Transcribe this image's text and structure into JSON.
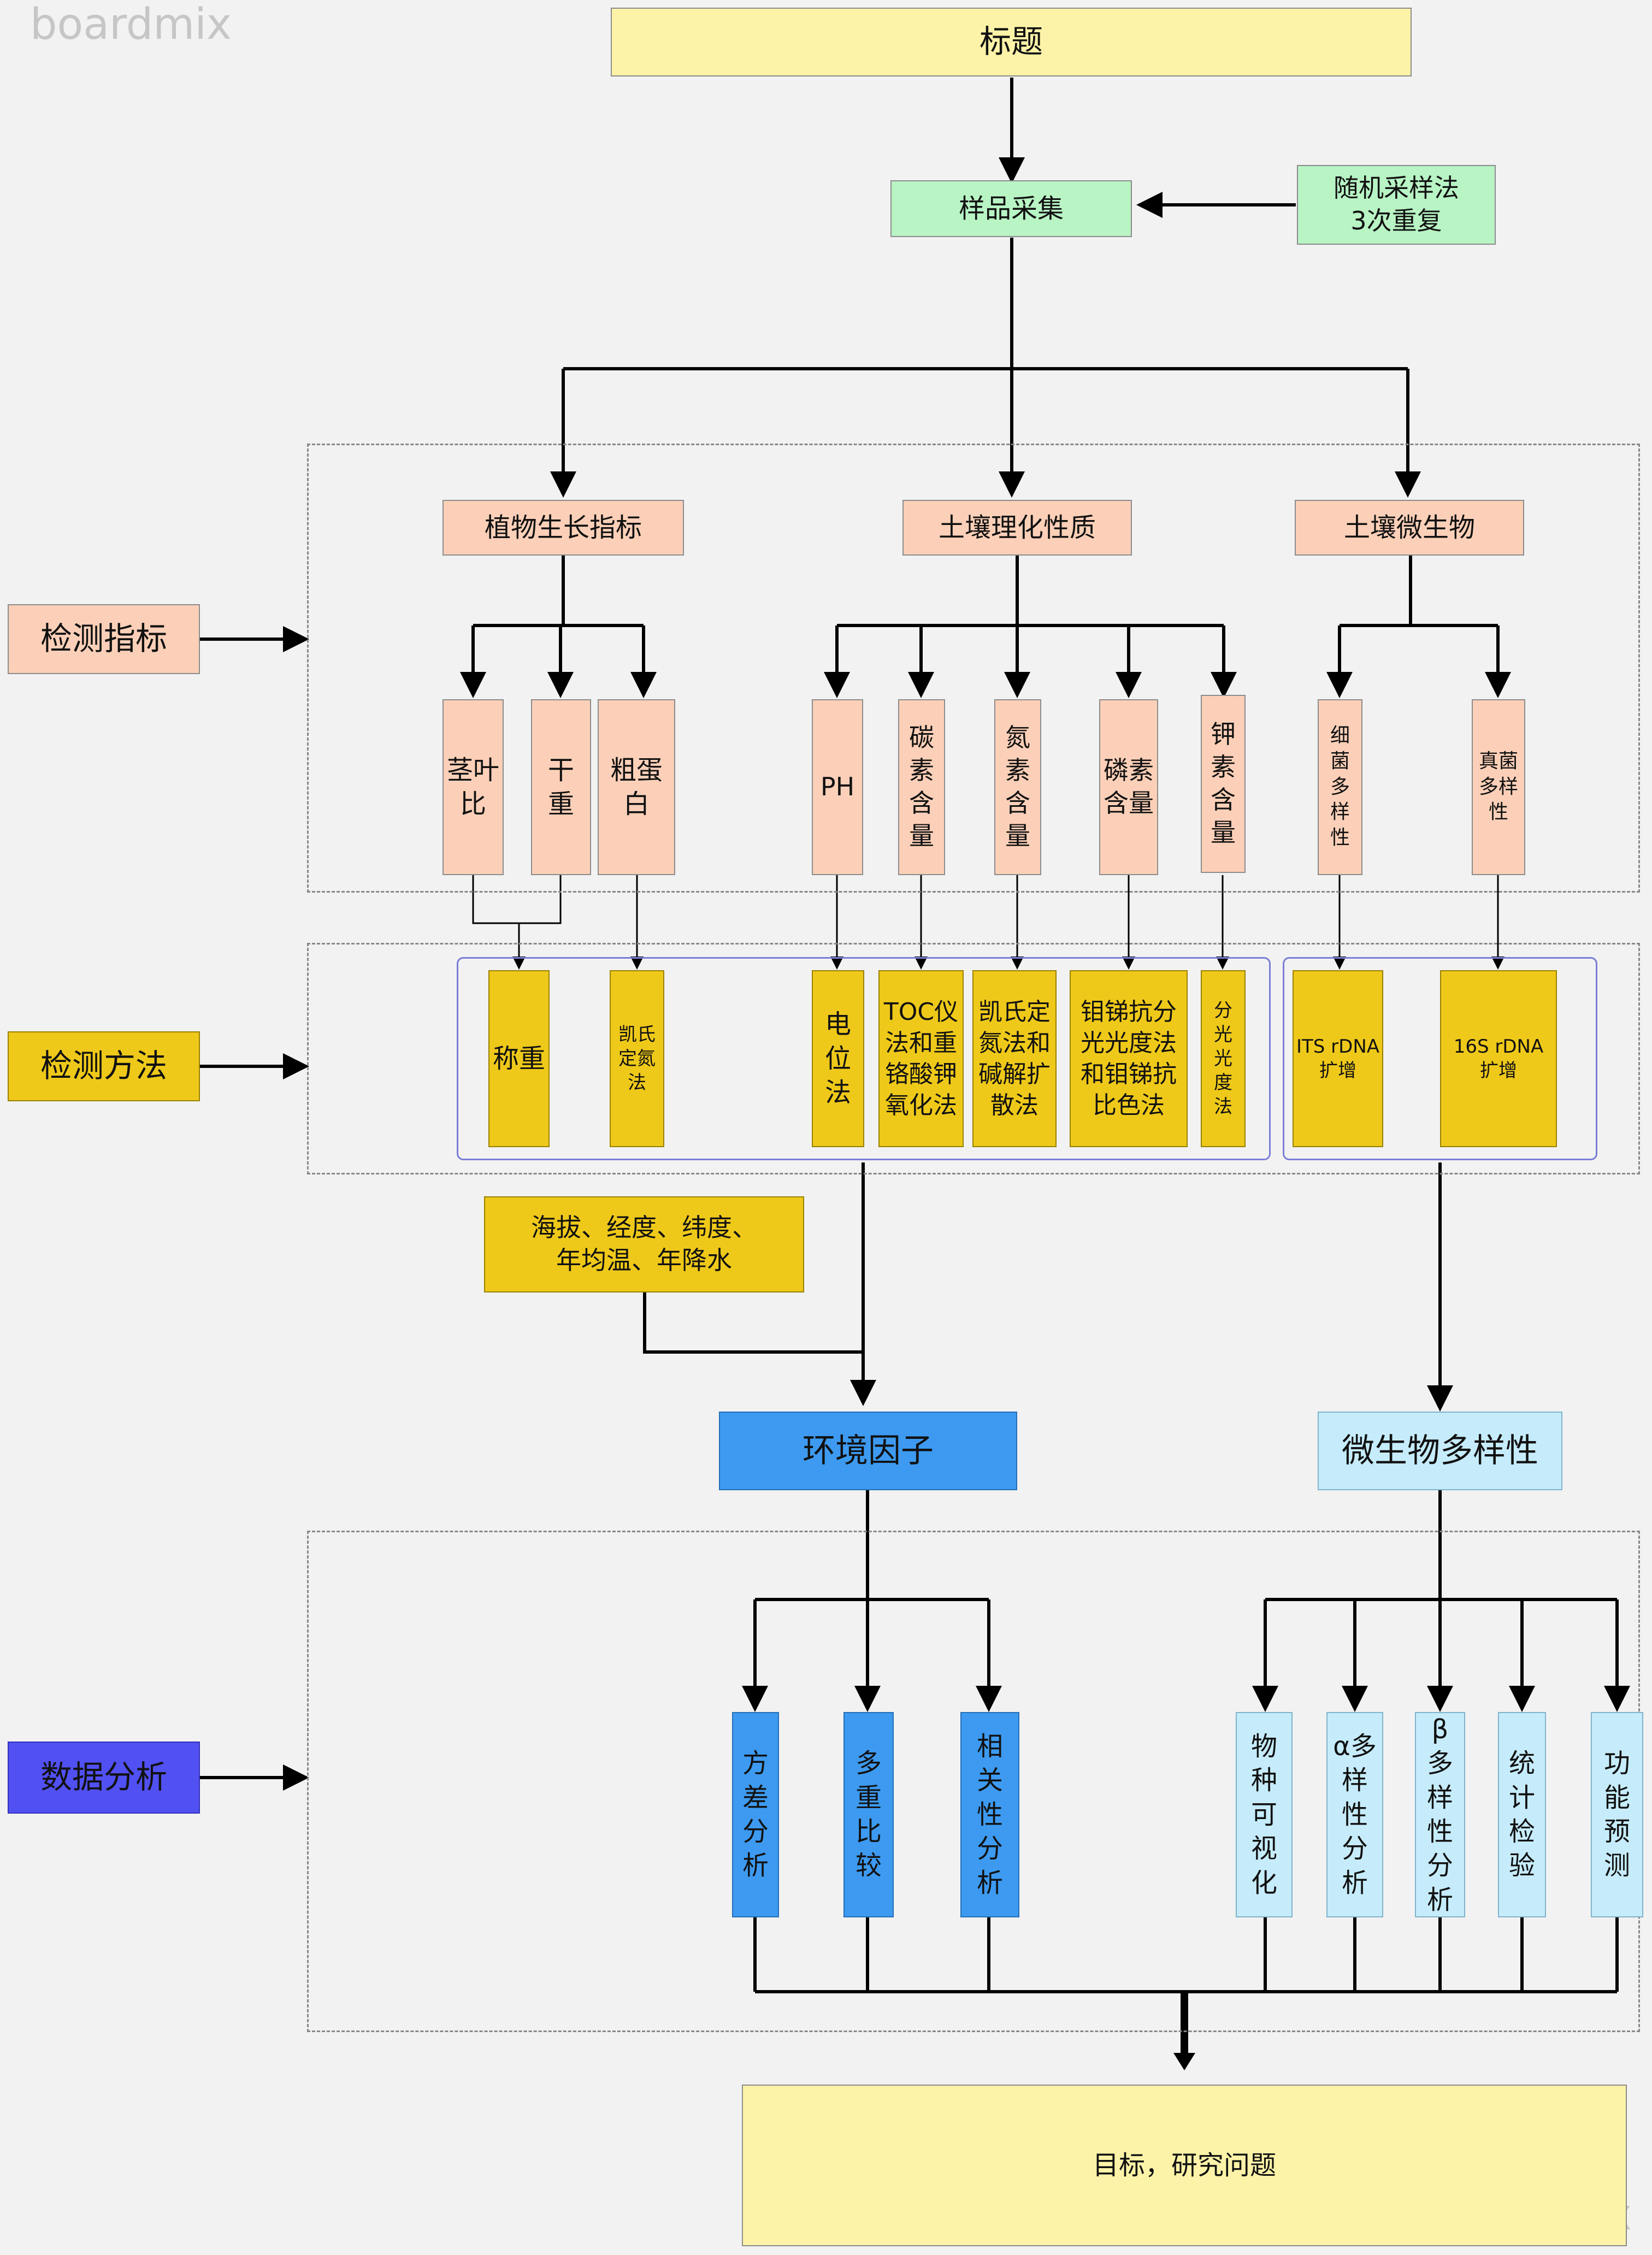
{
  "watermark": "boardmix",
  "title": "标题",
  "sample": "样品采集",
  "sampling_method": [
    "随机采样法",
    "3次重复"
  ],
  "categories": [
    "植物生长指标",
    "土壤理化性质",
    "土壤微生物"
  ],
  "side_labels": {
    "indicators": "检测指标",
    "methods": "检测方法",
    "analysis": "数据分析"
  },
  "plant_indicators": [
    "茎叶比",
    "干重",
    "粗蛋白"
  ],
  "soil_indicators": [
    "PH",
    "碳素含量",
    "氮素含量",
    "磷素含量",
    "钾素含量"
  ],
  "micro_indicators": [
    "细菌多样性",
    "真菌多样性"
  ],
  "methods": {
    "weighing": "称重",
    "kjeldahl": "凯氏定氮法",
    "potential": "电位法",
    "toc": "TOC仪法和重铬酸钾氧化法",
    "nitrogen": "凯氏定氮法和碱解扩散法",
    "phosphorus": "钼锑抗分光光度法和钼锑抗比色法",
    "spectro": "分光光度法",
    "its": [
      "ITS rDNA",
      "扩增"
    ],
    "s16": [
      "16S rDNA",
      "扩增"
    ]
  },
  "env_extra": [
    "海拔、经度、纬度、",
    "年均温、年降水"
  ],
  "env_factor": "环境因子",
  "micro_diversity": "微生物多样性",
  "env_analysis": [
    "方差分析",
    "多重比较",
    "相关性分析"
  ],
  "micro_analysis": [
    "物种可视化",
    "α多样性分析",
    "β多样性分析",
    "统计检验",
    "功能预测"
  ],
  "goal": "目标，研究问题",
  "colors": {
    "title_fill": "#fdf3a8",
    "sample_fill": "#b8f4c4",
    "indicator_fill": "#fcd0b8",
    "method_fill": "#efc91a",
    "env_fill": "#3d9af0",
    "micro_fill": "#c6ecfb",
    "analysis_label_fill": "#5150f2"
  }
}
